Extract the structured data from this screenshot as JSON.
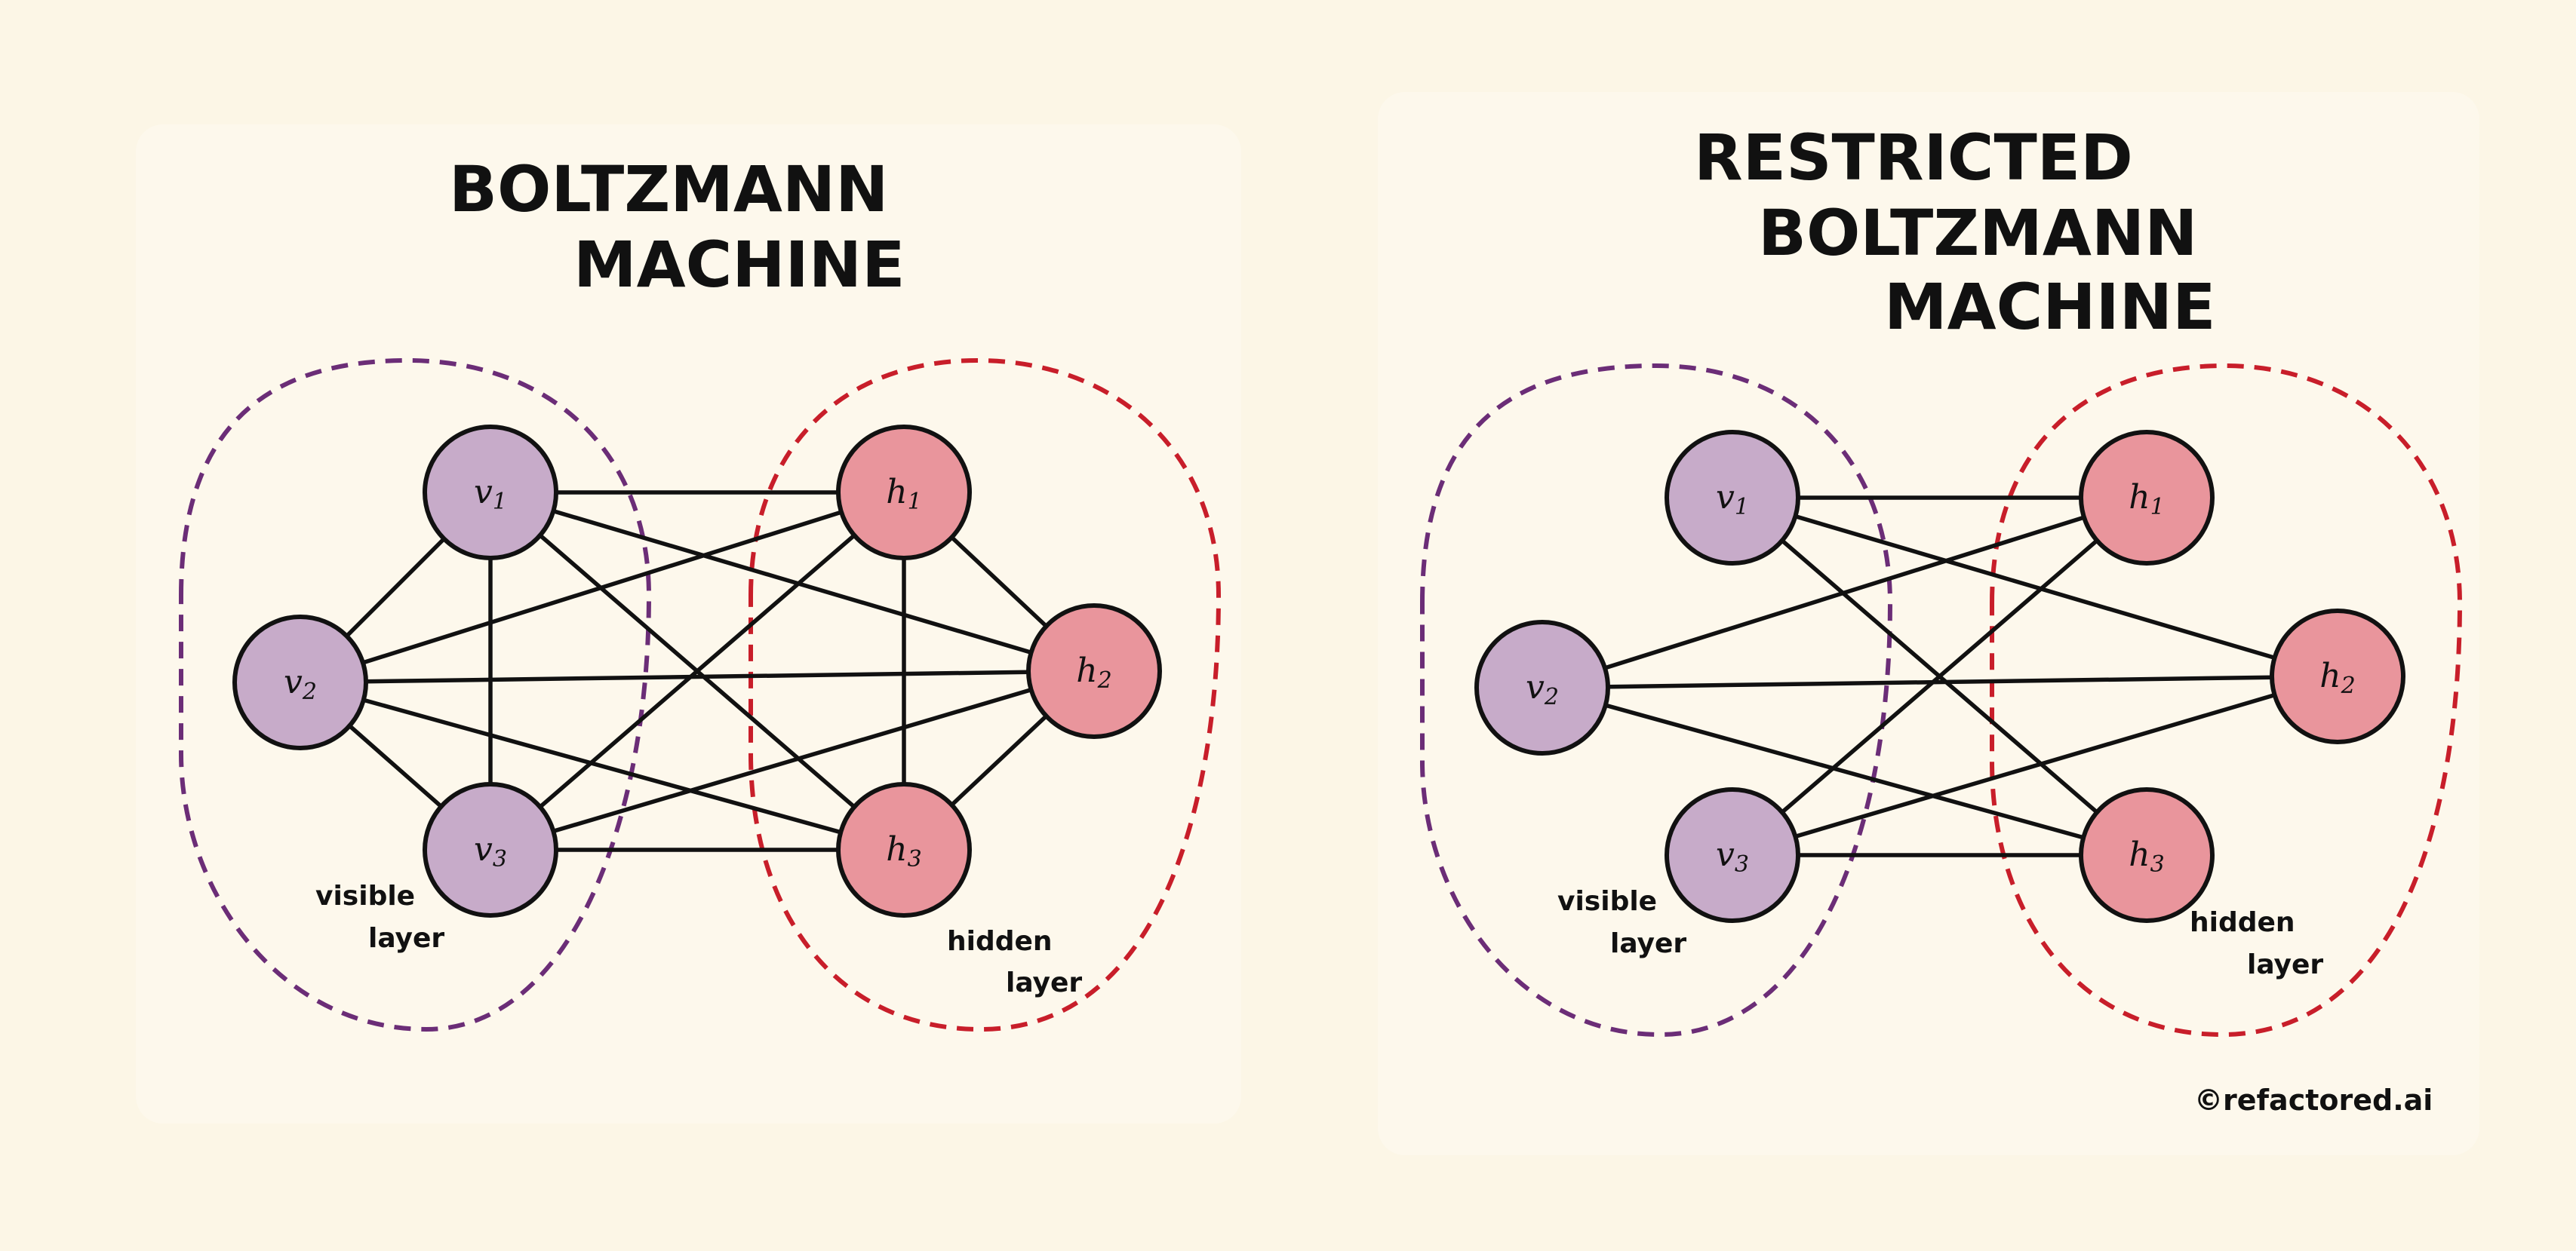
{
  "diagrams": [
    {
      "title_lines": [
        "BOLTZMANN",
        "MACHINE"
      ],
      "visible_label": [
        "visible",
        "layer"
      ],
      "hidden_label": [
        "hidden",
        "layer"
      ],
      "restricted": false
    },
    {
      "title_lines": [
        "RESTRICTED",
        "BOLTZMANN",
        "MACHINE"
      ],
      "visible_label": [
        "visible",
        "layer"
      ],
      "hidden_label": [
        "hidden",
        "layer"
      ],
      "restricted": true
    }
  ],
  "nodes": {
    "visible": [
      {
        "letter": "v",
        "index": "1"
      },
      {
        "letter": "v",
        "index": "2"
      },
      {
        "letter": "v",
        "index": "3"
      }
    ],
    "hidden": [
      {
        "letter": "h",
        "index": "1"
      },
      {
        "letter": "h",
        "index": "2"
      },
      {
        "letter": "h",
        "index": "3"
      }
    ]
  },
  "colors": {
    "visible_node": "#c7abc9",
    "hidden_node": "#e9959c",
    "visible_boundary": "#6b2d77",
    "hidden_boundary": "#c81e2a",
    "background": "#fcf6e6"
  },
  "credit": "©refactored.ai"
}
